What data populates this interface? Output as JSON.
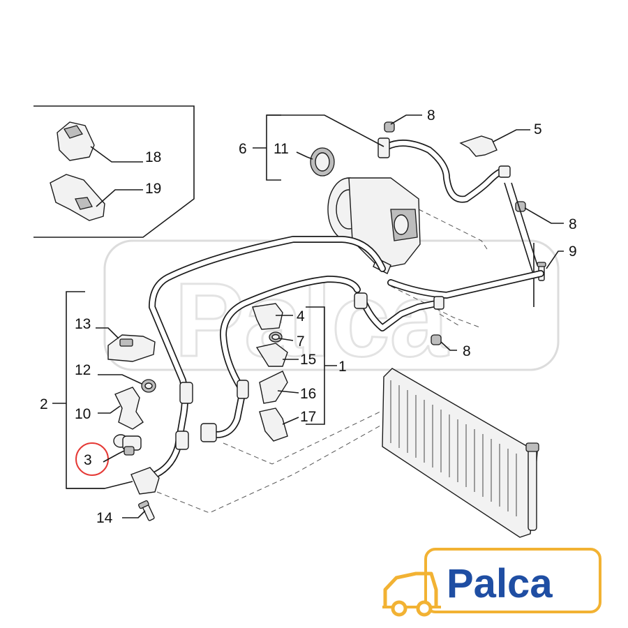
{
  "callouts": {
    "c1": "1",
    "c2": "2",
    "c3": "3",
    "c4": "4",
    "c5": "5",
    "c6": "6",
    "c7": "7",
    "c8a": "8",
    "c8b": "8",
    "c8c": "8",
    "c9": "9",
    "c10": "10",
    "c11": "11",
    "c12": "12",
    "c13": "13",
    "c14": "14",
    "c15": "15",
    "c16": "16",
    "c17": "17",
    "c18": "18",
    "c19": "19"
  },
  "highlight": {
    "part": "3",
    "color": "#e53935"
  },
  "logo": {
    "text": "Palca",
    "text_color": "#1f4ea3",
    "icon_color": "#f2b233",
    "icon": "car-icon"
  },
  "watermark": {
    "text": "Palca"
  }
}
